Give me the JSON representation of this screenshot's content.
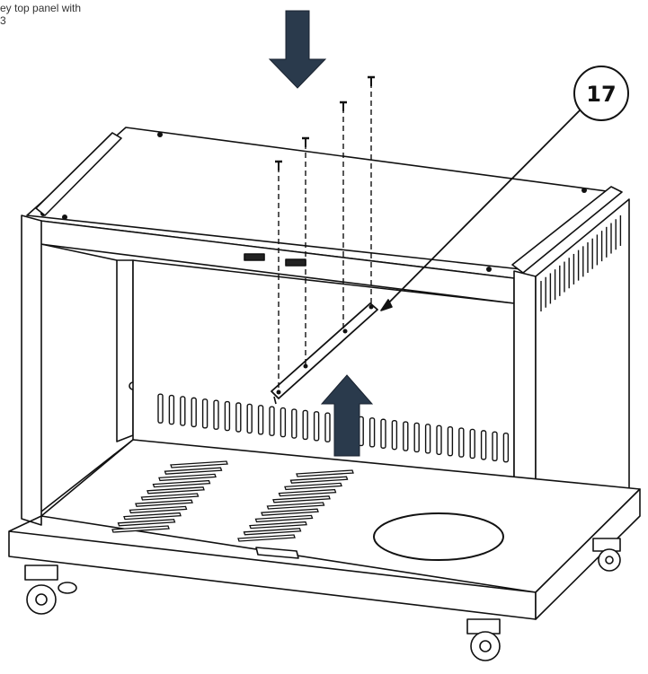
{
  "caption": {
    "line1": "ey top panel with",
    "line2": "3"
  },
  "callout": {
    "number": "17"
  },
  "colors": {
    "arrow_fill": "#2a3a4c",
    "line": "#111111",
    "panel_fill": "#ffffff"
  },
  "icons": {
    "down_arrow": "down-arrow-icon",
    "up_arrow": "up-arrow-icon"
  }
}
